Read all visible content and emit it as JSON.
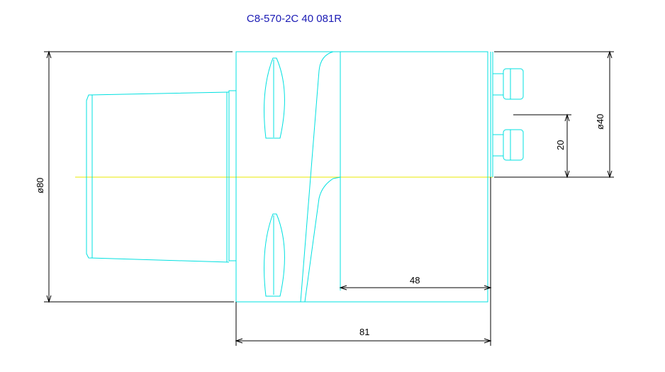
{
  "drawing": {
    "part_number": "C8-570-2C 40 081R",
    "dimensions": {
      "dia_body": "ø80",
      "dia_shank": "ø40",
      "offset": "20",
      "length_front": "48",
      "length_total": "81"
    },
    "colors": {
      "outline": "#00e0e0",
      "centerline": "#e8e800",
      "dimension": "#000000",
      "title": "#1a1ab4"
    }
  }
}
